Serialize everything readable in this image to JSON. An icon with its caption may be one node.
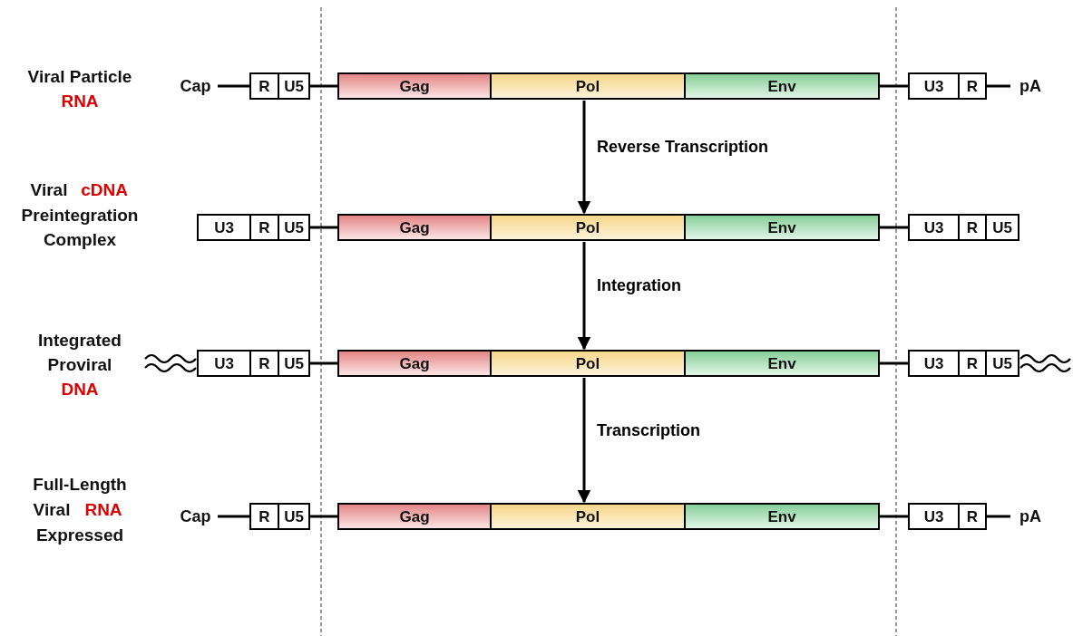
{
  "diagram": {
    "nodes": [
      {
        "text": [
          "Cap"
        ]
      },
      {
        "text": [
          "R"
        ]
      },
      {
        "text": [
          "U5"
        ]
      },
      {
        "text": [
          "Gag"
        ]
      },
      {
        "text": [
          "Pol"
        ]
      },
      {
        "text": [
          "Env"
        ]
      },
      {
        "text": [
          "U3"
        ]
      },
      {
        "text": [
          "R"
        ]
      },
      {
        "text": [
          "pA"
        ]
      },
      {
        "text": [
          "U3"
        ]
      },
      {
        "text": [
          "R"
        ]
      },
      {
        "text": [
          "U5"
        ]
      },
      {
        "text": [
          "Gag"
        ]
      },
      {
        "text": [
          "Pol"
        ]
      },
      {
        "text": [
          "Env"
        ]
      },
      {
        "text": [
          "U3"
        ]
      },
      {
        "text": [
          "R"
        ]
      },
      {
        "text": [
          "U5"
        ]
      },
      {
        "text": [
          "U3"
        ]
      },
      {
        "text": [
          "R"
        ]
      },
      {
        "text": [
          "U5"
        ]
      },
      {
        "text": [
          "Gag"
        ]
      },
      {
        "text": [
          "Pol"
        ]
      },
      {
        "text": [
          "Env"
        ]
      },
      {
        "text": [
          "U3"
        ]
      },
      {
        "text": [
          "R"
        ]
      },
      {
        "text": [
          "U5"
        ]
      },
      {
        "text": [
          "Cap"
        ]
      },
      {
        "text": [
          "R"
        ]
      },
      {
        "text": [
          "U5"
        ]
      },
      {
        "text": [
          "Gag"
        ]
      },
      {
        "text": [
          "Pol"
        ]
      },
      {
        "text": [
          "Env"
        ]
      },
      {
        "text": [
          "U3"
        ]
      },
      {
        "text": [
          "R"
        ]
      },
      {
        "text": [
          "pA"
        ]
      }
    ],
    "edges": [
      {
        "from": 0,
        "to": 1,
        "arrow": "none"
      },
      {
        "from": 2,
        "to": 3,
        "arrow": "none"
      },
      {
        "from": 5,
        "to": 6,
        "arrow": "none"
      },
      {
        "from": 7,
        "to": 8,
        "arrow": "none"
      },
      {
        "from": 11,
        "to": 12,
        "arrow": "none"
      },
      {
        "from": 14,
        "to": 15,
        "arrow": "none"
      },
      {
        "from": 20,
        "to": 21,
        "arrow": "none"
      },
      {
        "from": 23,
        "to": 24,
        "arrow": "none"
      },
      {
        "from": 27,
        "to": 28,
        "arrow": "none"
      },
      {
        "from": 29,
        "to": 30,
        "arrow": "none"
      },
      {
        "from": 32,
        "to": 33,
        "arrow": "none"
      },
      {
        "from": 34,
        "to": 35,
        "arrow": "none"
      },
      {
        "from": 4,
        "to": 13,
        "arrow": "to",
        "label": "Reverse Transcription"
      },
      {
        "from": 13,
        "to": 22,
        "arrow": "to",
        "label": "Integration"
      },
      {
        "from": 22,
        "to": 31,
        "arrow": "to",
        "label": "Transcription"
      }
    ],
    "labels": [
      "Viral Particle",
      "RNA",
      "Viral",
      "cDNA",
      "Preintegration Complex",
      "Integrated Proviral",
      "DNA",
      "Full-Length",
      "Viral",
      "RNA",
      "Expressed"
    ]
  }
}
